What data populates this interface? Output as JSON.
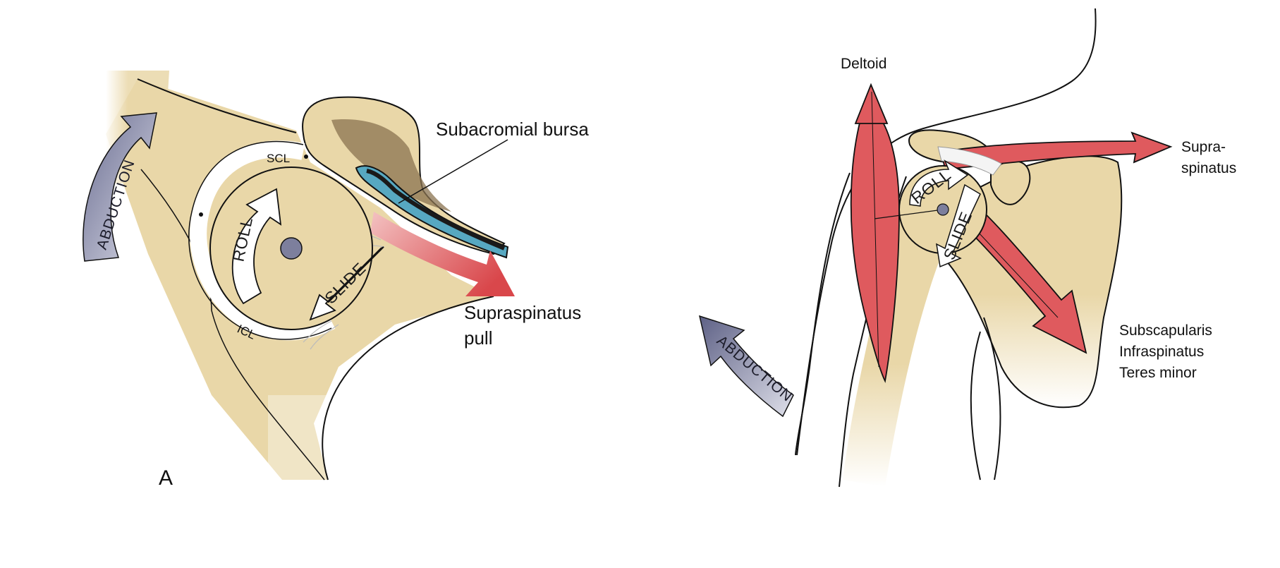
{
  "panel_a": {
    "panel_letter": "A",
    "abduction_label": "ABDUCTION",
    "roll_label": "ROLL",
    "slide_label": "SLIDE",
    "scl_label": "SCL",
    "icl_label": "ICL",
    "bursa_label": "Subacromial bursa",
    "pull_label_line1": "Supraspinatus",
    "pull_label_line2": "pull"
  },
  "panel_b": {
    "deltoid_label": "Deltoid",
    "supra_line1": "Supra-",
    "supra_line2": "spinatus",
    "cuff_line1": "Subscapularis",
    "cuff_line2": "Infraspinatus",
    "cuff_line3": "Teres minor",
    "abduction_label": "ABDUCTION",
    "roll_label": "ROLL",
    "slide_label": "SLIDE"
  },
  "colors": {
    "bone": "#e9d7a8",
    "bone_shadow": "#c8b07a",
    "muscle": "#df5a5e",
    "bursa": "#57a8c1",
    "abduction_arrow": "#7d7f9d",
    "outline": "#111111"
  }
}
